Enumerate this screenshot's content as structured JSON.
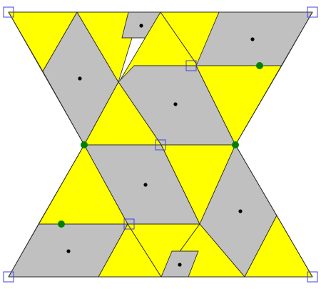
{
  "figure": {
    "colors": {
      "background": "#ffffff",
      "triangle_fill": "#ffff00",
      "rhombus_fill": "#c0c0c0",
      "edge_stroke": "#2b2b2b",
      "center_point": "#000000",
      "green_point": "#008000",
      "handle_stroke": "#4040e0"
    },
    "tile_kinds": [
      "yellow-triangle",
      "gray-rhombus"
    ],
    "marker_kinds": [
      "black-center-dot",
      "green-point",
      "blue-square-handle"
    ]
  }
}
